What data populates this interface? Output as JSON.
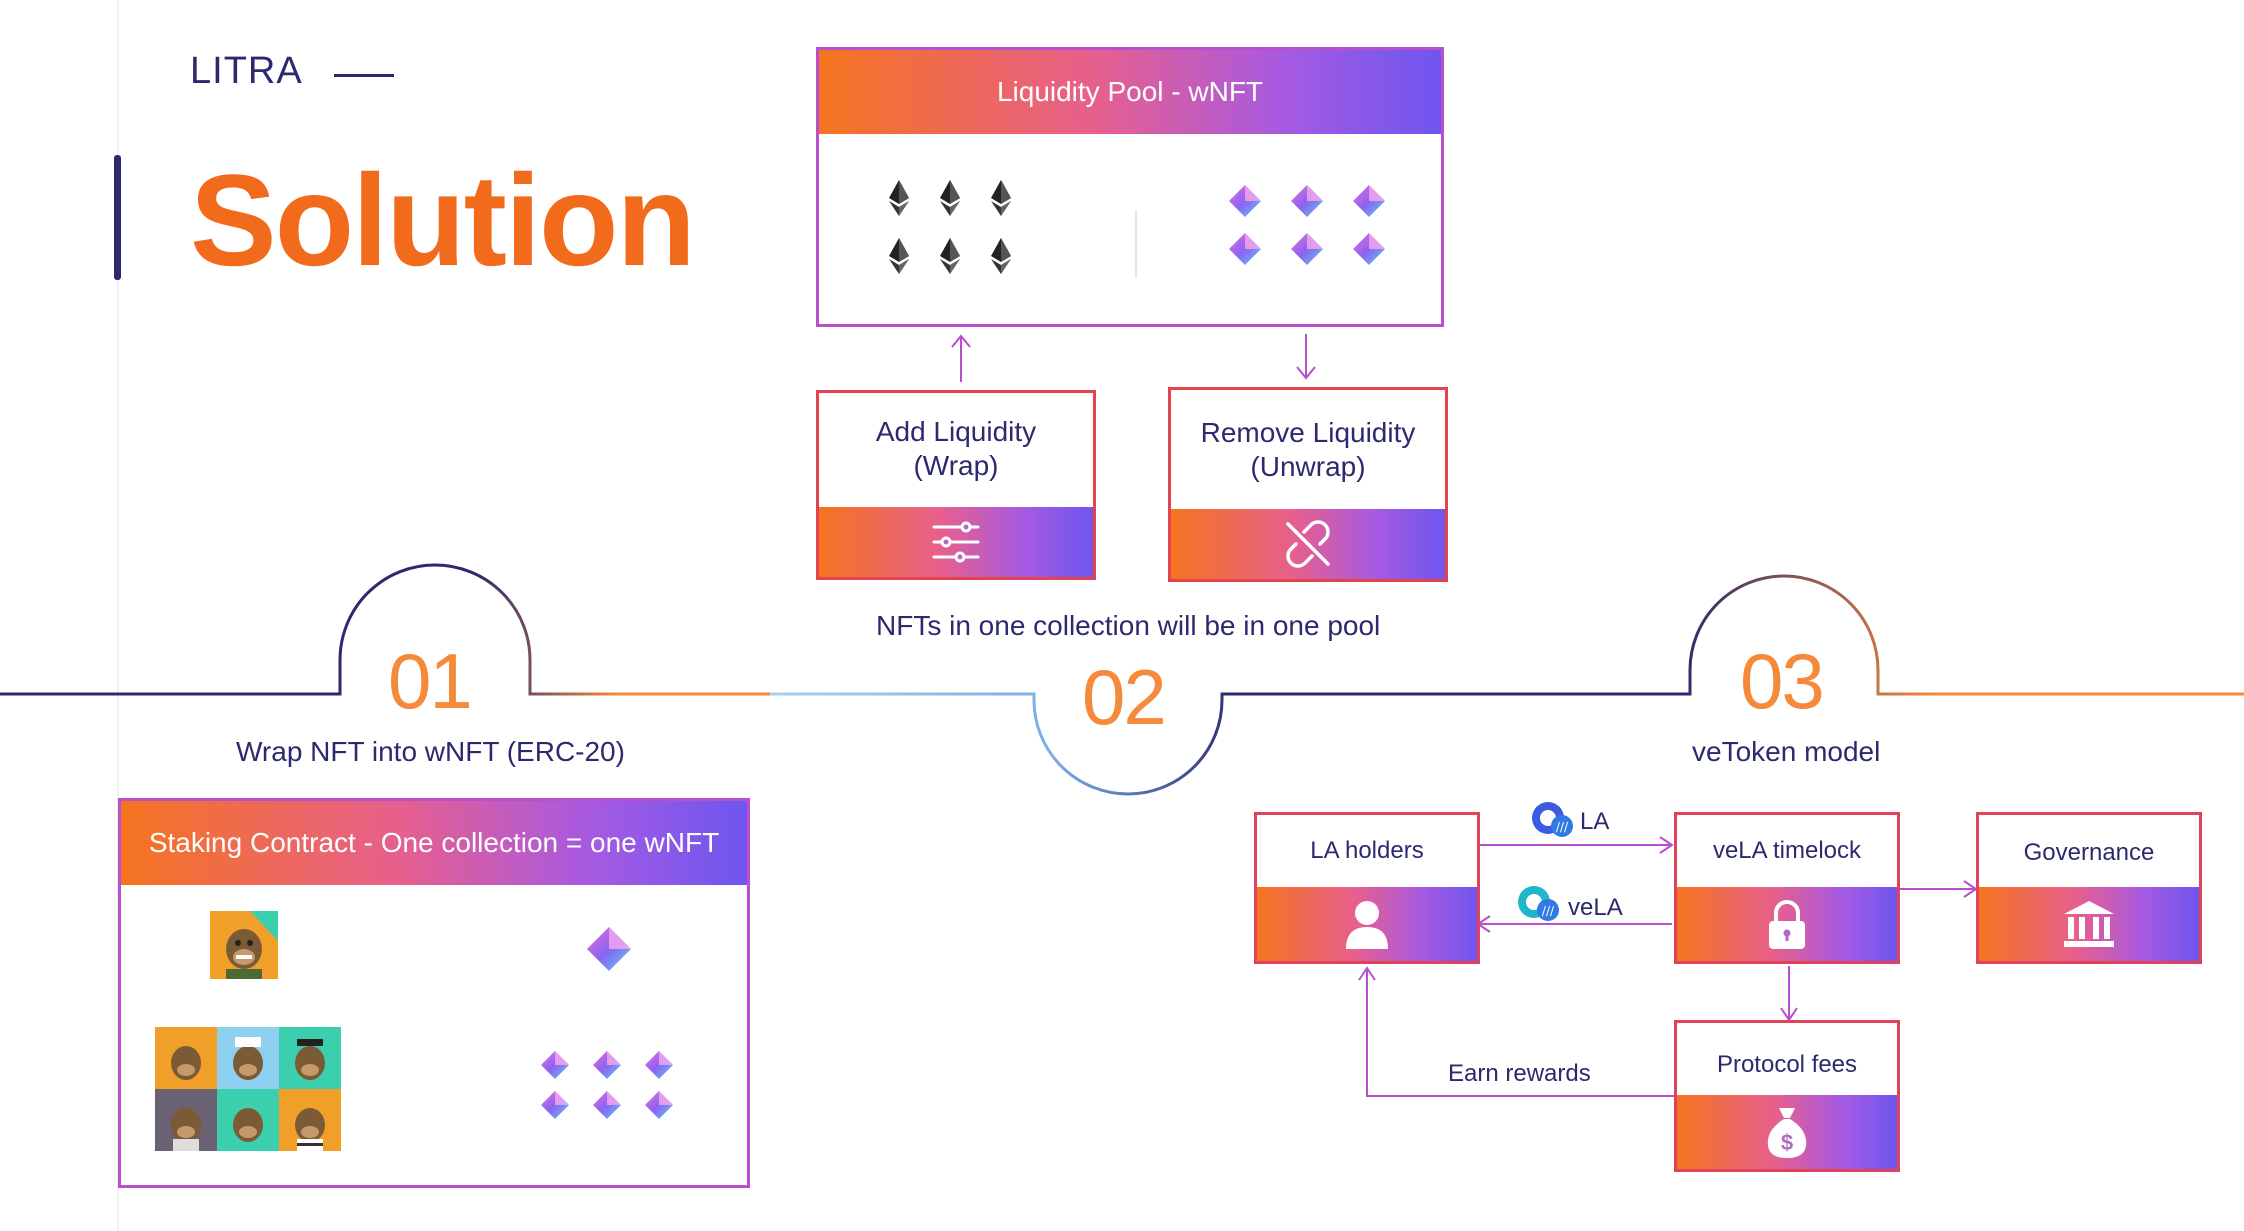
{
  "header": {
    "brand": "LITRA",
    "title": "Solution"
  },
  "pool": {
    "title": "Liquidity Pool - wNFT",
    "add_label_1": "Add Liquidity",
    "add_label_2": "(Wrap)",
    "remove_label_1": "Remove Liquidity",
    "remove_label_2": "(Unwrap)",
    "caption": "NFTs in one collection will be in one pool"
  },
  "steps": {
    "one": {
      "number": "01",
      "caption": "Wrap NFT into wNFT (ERC-20)"
    },
    "two": {
      "number": "02"
    },
    "three": {
      "number": "03",
      "caption": "veToken model"
    }
  },
  "staking": {
    "title": "Staking Contract - One collection = one wNFT"
  },
  "vetoken": {
    "holders": "LA holders",
    "timelock": "veLA timelock",
    "governance": "Governance",
    "fees": "Protocol fees",
    "la_flow": "LA",
    "vela_flow": "veLA",
    "rewards": "Earn rewards"
  },
  "colors": {
    "navy": "#2b2a6e",
    "orange": "#f26b1d",
    "gradient_start": "#f5741e",
    "gradient_end": "#6e56ef",
    "flow_line": "#b94fce"
  }
}
